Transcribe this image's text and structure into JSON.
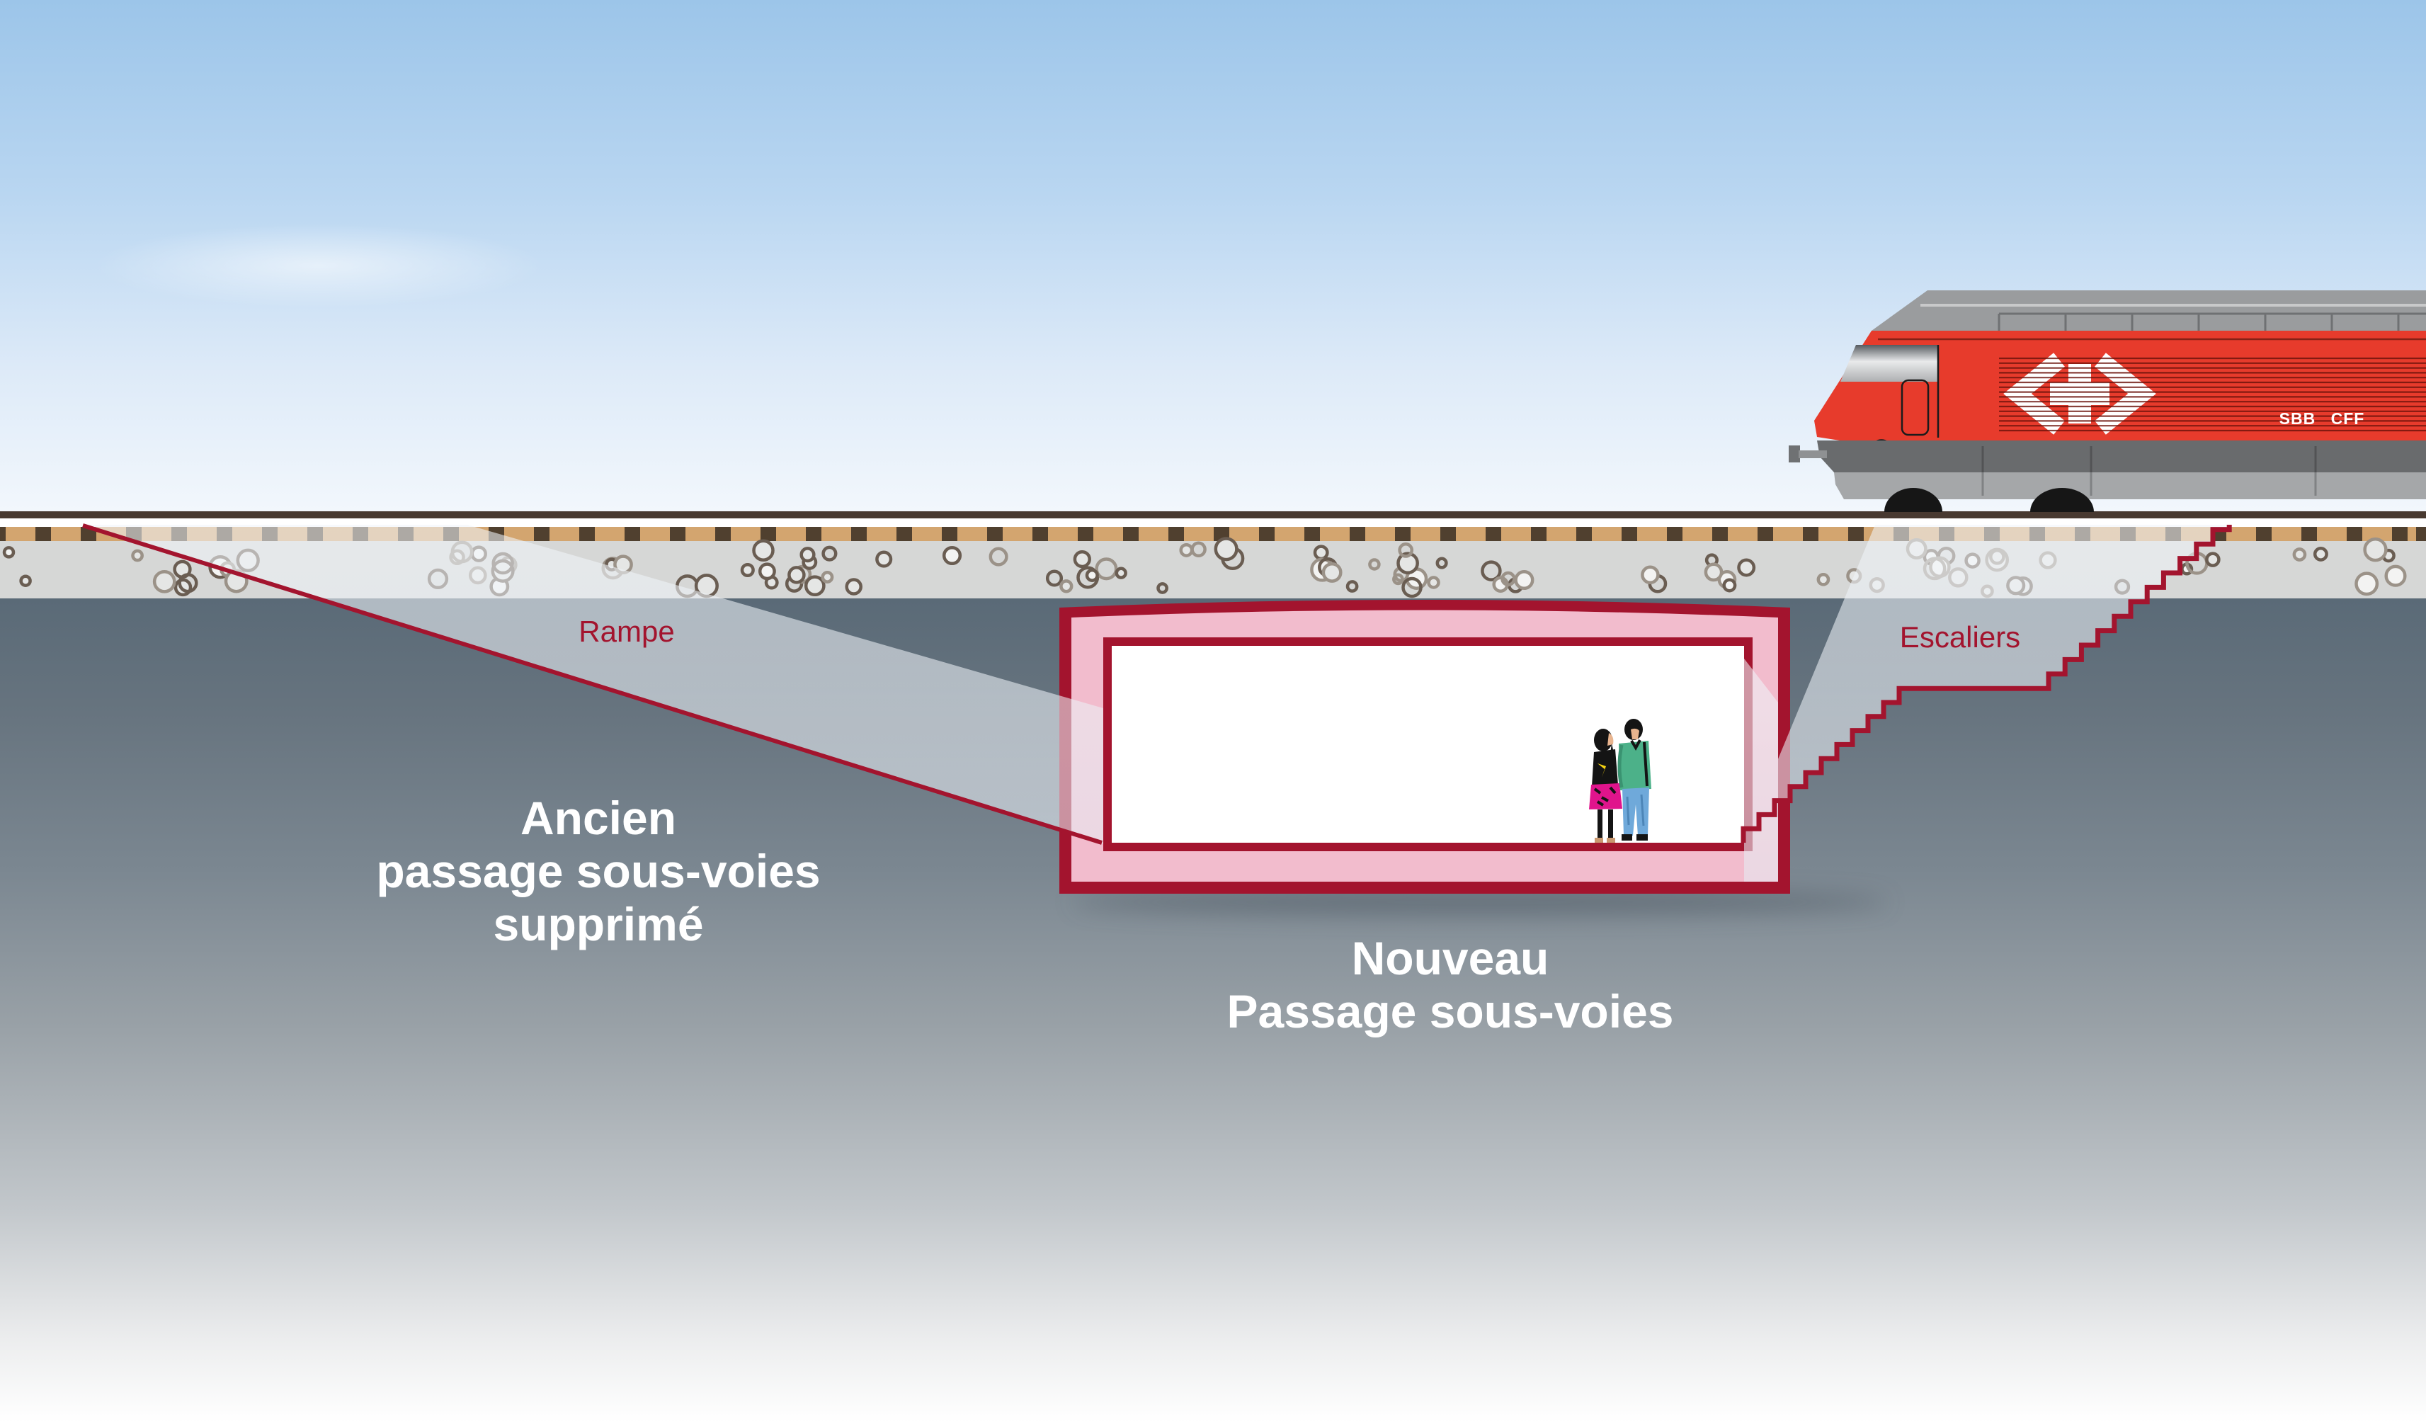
{
  "labels": {
    "rampe": "Rampe",
    "escaliers": "Escaliers",
    "ancien_line1": "Ancien",
    "ancien_line2": "passage sous-voies",
    "ancien_line3": "supprimé",
    "nouveau_line1": "Nouveau",
    "nouveau_line2": "Passage sous-voies"
  },
  "train": {
    "branding": "SBB CFF"
  },
  "colors": {
    "accent_red": "#A3142E",
    "pink_fill": "#F2BCCD",
    "train_red": "#E73B2C",
    "train_roof_gray": "#9A9C9E",
    "train_frame_gray": "#696B6D",
    "train_skirt_gray": "#A5A7A9",
    "stripe_dark": "#6B120B",
    "sky_top": "#9CC5E9",
    "sky_bottom": "#F2F7FC",
    "ground_top": "#5A6A77",
    "ground_bottom": "#FFFFFF",
    "ballast_gray": "#D6D7D6",
    "sleeper_tan": "#D3A56F",
    "sleeper_dark": "#50402F",
    "rail_brown": "#483930",
    "stone_dark": "#6A5D52",
    "stone_light": "#9B9288",
    "cut_light": "#ECF1F7",
    "label_white": "#FFFFFF",
    "jeans_blue": "#6FA9DA",
    "sweater_green": "#4CB189",
    "skirt_magenta": "#E0148C"
  }
}
